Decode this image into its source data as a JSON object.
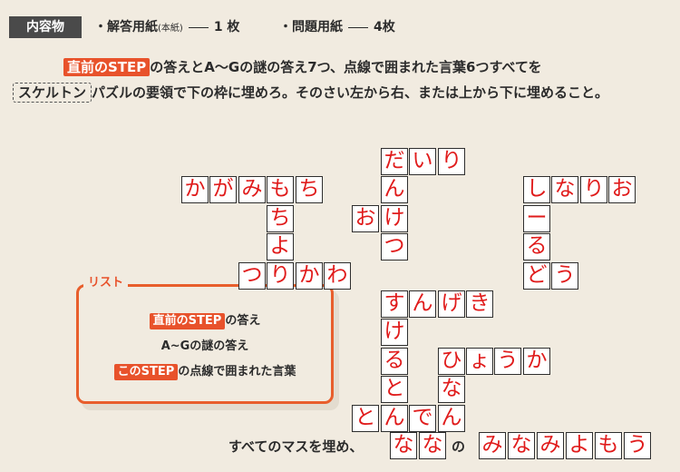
{
  "header": {
    "badge": "内容物",
    "item1_main": "・解答用紙",
    "item1_paren": "(本紙)",
    "item1_count": "1 枚",
    "item2_main": "・問題用紙",
    "item2_count": "4枚"
  },
  "instructions": {
    "tag_step": "直前のSTEP",
    "line1_rest": "の答えとA～Gの謎の答え7つ、点線で囲まれた言葉6つすべてを",
    "tag_skeleton": "スケルトン",
    "line2_rest": "パズルの要領で下の枠に埋めろ。そのさい左から右、または上から下に埋めること。"
  },
  "list": {
    "title": "リスト",
    "item1_tag": "直前のSTEP",
    "item1_rest": "の答え",
    "item2": "A~Gの謎の答え",
    "item3_tag": "このSTEP",
    "item3_rest": "の点線で囲まれた言葉"
  },
  "footer": {
    "text": "すべてのマスを埋め、",
    "answer1": [
      "な",
      "な"
    ],
    "connector": "の",
    "answer2": [
      "み",
      "な",
      "み",
      "よ",
      "も",
      "う"
    ]
  },
  "colors": {
    "accent": "#e8522b",
    "answer_text": "#e01b1b",
    "background": "#f1ebe0",
    "header_badge": "#4a4a4a"
  },
  "grid_cells": [
    {
      "r": 0,
      "c": 7,
      "t": "だ"
    },
    {
      "r": 0,
      "c": 8,
      "t": "い"
    },
    {
      "r": 0,
      "c": 9,
      "t": "り"
    },
    {
      "r": 1,
      "c": 0,
      "t": "か"
    },
    {
      "r": 1,
      "c": 1,
      "t": "が"
    },
    {
      "r": 1,
      "c": 2,
      "t": "み"
    },
    {
      "r": 1,
      "c": 3,
      "t": "も"
    },
    {
      "r": 1,
      "c": 4,
      "t": "ち"
    },
    {
      "r": 1,
      "c": 7,
      "t": "ん"
    },
    {
      "r": 1,
      "c": 12,
      "t": "し"
    },
    {
      "r": 1,
      "c": 13,
      "t": "な"
    },
    {
      "r": 1,
      "c": 14,
      "t": "り"
    },
    {
      "r": 1,
      "c": 15,
      "t": "お"
    },
    {
      "r": 2,
      "c": 3,
      "t": "ち"
    },
    {
      "r": 2,
      "c": 6,
      "t": "お"
    },
    {
      "r": 2,
      "c": 7,
      "t": "け"
    },
    {
      "r": 2,
      "c": 12,
      "t": "ー"
    },
    {
      "r": 3,
      "c": 3,
      "t": "よ"
    },
    {
      "r": 3,
      "c": 7,
      "t": "つ"
    },
    {
      "r": 3,
      "c": 12,
      "t": "る"
    },
    {
      "r": 4,
      "c": 2,
      "t": "つ"
    },
    {
      "r": 4,
      "c": 3,
      "t": "り"
    },
    {
      "r": 4,
      "c": 4,
      "t": "か"
    },
    {
      "r": 4,
      "c": 5,
      "t": "わ"
    },
    {
      "r": 4,
      "c": 12,
      "t": "ど"
    },
    {
      "r": 4,
      "c": 13,
      "t": "う"
    },
    {
      "r": 5,
      "c": 7,
      "t": "す"
    },
    {
      "r": 5,
      "c": 8,
      "t": "ん"
    },
    {
      "r": 5,
      "c": 9,
      "t": "げ"
    },
    {
      "r": 5,
      "c": 10,
      "t": "き"
    },
    {
      "r": 6,
      "c": 7,
      "t": "け"
    },
    {
      "r": 7,
      "c": 7,
      "t": "る"
    },
    {
      "r": 7,
      "c": 9,
      "t": "ひ"
    },
    {
      "r": 7,
      "c": 10,
      "t": "ょ"
    },
    {
      "r": 7,
      "c": 11,
      "t": "う"
    },
    {
      "r": 7,
      "c": 12,
      "t": "か"
    },
    {
      "r": 8,
      "c": 7,
      "t": "と"
    },
    {
      "r": 8,
      "c": 9,
      "t": "な"
    },
    {
      "r": 9,
      "c": 6,
      "t": "と"
    },
    {
      "r": 9,
      "c": 7,
      "t": "ん"
    },
    {
      "r": 9,
      "c": 8,
      "t": "で"
    },
    {
      "r": 9,
      "c": 9,
      "t": "ん"
    }
  ]
}
